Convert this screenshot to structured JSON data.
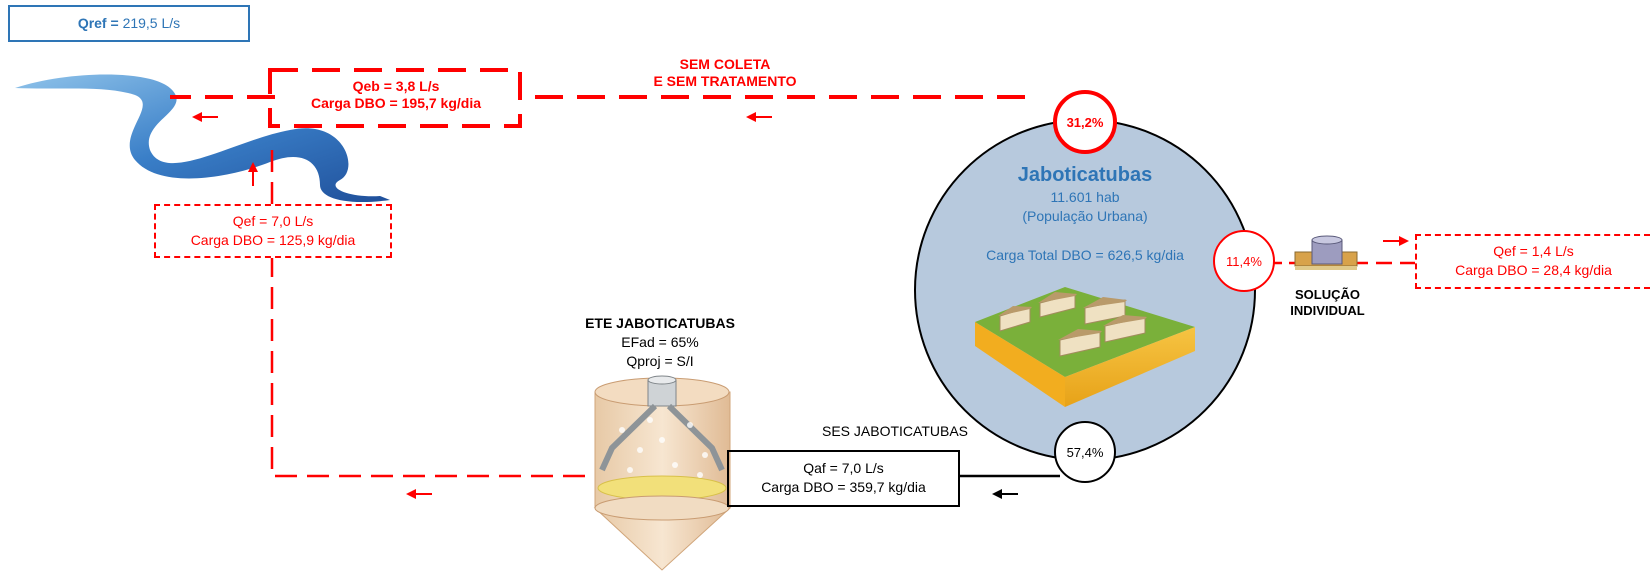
{
  "qref": {
    "label": "Qref =",
    "value": "219,5 L/s"
  },
  "untreated": {
    "title_line1": "SEM COLETA",
    "title_line2": "E SEM TRATAMENTO",
    "flow": "Qeb = 3,8 L/s",
    "load": "Carga DBO = 195,7 kg/dia",
    "percent": "31,2%"
  },
  "effluent": {
    "flow": "Qef = 7,0 L/s",
    "load": "Carga DBO = 125,9 kg/dia"
  },
  "city": {
    "name": "Jaboticatubas",
    "population": "11.601 hab",
    "population_type": "(População Urbana)",
    "total_load": "Carga Total DBO = 626,5 kg/dia"
  },
  "individual": {
    "percent": "11,4%",
    "label_line1": "SOLUÇÃO",
    "label_line2": "INDIVIDUAL",
    "flow": "Qef = 1,4 L/s",
    "load": "Carga DBO = 28,4 kg/dia"
  },
  "sewer": {
    "name": "SES JABOTICATUBAS",
    "percent": "57,4%",
    "flow": "Qaf = 7,0 L/s",
    "load": "Carga DBO = 359,7 kg/dia"
  },
  "ete": {
    "name": "ETE JABOTICATUBAS",
    "efficiency": "EFad = 65%",
    "design_flow": "Qproj =  S/I"
  },
  "colors": {
    "untreated": "#ff0000",
    "city_fill": "#b7c9dd",
    "accent_blue": "#2e75b6",
    "river": "#3a7fc8"
  }
}
